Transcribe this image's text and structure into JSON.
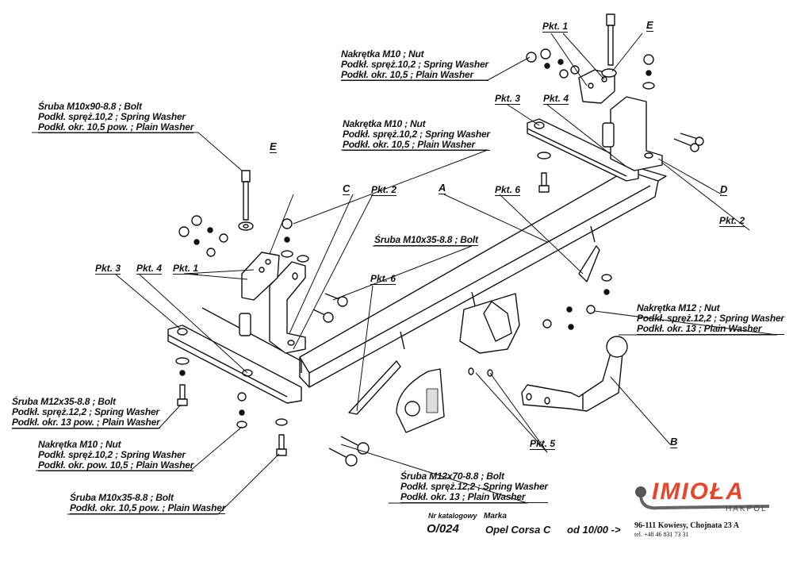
{
  "labels": {
    "nut_top": [
      "Nakrętka  M10 ; Nut",
      "Podkł. spręż.10,2 ; Spring Washer",
      "Podkł. okr. 10,5 ; Plain Washer"
    ],
    "bolt_m10x90": [
      "Śruba M10x90-8.8 ;  Bolt",
      "Podkł. spręż.10,2 ; Spring Washer",
      "Podkł. okr. 10,5 pow. ; Plain Washer"
    ],
    "nut_mid": [
      "Nakrętka  M10 ; Nut",
      "Podkł. spręż.10,2 ; Spring Washer",
      "Podkł. okr. 10,5 ; Plain Washer"
    ],
    "bolt_m10x35_mid": [
      "Śruba M10x35-8.8 ;  Bolt"
    ],
    "nut_m12": [
      "Nakrętka  M12 ; Nut",
      "Podkł. spręż.12,2 ; Spring Washer",
      "Podkł. okr. 13 ; Plain Washer"
    ],
    "bolt_m12x35": [
      "Śruba M12x35-8.8 ;  Bolt",
      "Podkł. spręż.12,2 ; Spring Washer",
      "Podkł. okr. 13 pow. ; Plain Washer"
    ],
    "nut_bottom": [
      "Nakrętka  M10 ; Nut",
      "Podkł. spręż.10,2 ; Spring Washer",
      "Podkł. okr. pow. 10,5 ; Plain Washer"
    ],
    "bolt_m10x35_bottom": [
      "Śruba M10x35-8.8 ;  Bolt",
      "Podkł. okr. 10,5 pow. ; Plain Washer"
    ],
    "bolt_m12x70": [
      "Śruba M12x70-8.8 ;  Bolt",
      "Podkł. spręż.12,2 ; Spring Washer",
      "Podkł. okr. 13 ; Plain Washer"
    ]
  },
  "points": {
    "pkt1_top": "Pkt. 1",
    "pkt3_top": "Pkt. 3",
    "pkt4_top": "Pkt. 4",
    "pkt2_right": "Pkt. 2",
    "pkt6_top": "Pkt. 6",
    "pkt2_mid": "Pkt. 2",
    "pkt3_left": "Pkt. 3",
    "pkt4_left": "Pkt. 4",
    "pkt1_left": "Pkt. 1",
    "pkt6_mid": "Pkt. 6",
    "pkt5": "Pkt. 5"
  },
  "parts": {
    "A": "A",
    "B": "B",
    "C": "C",
    "D": "D",
    "E_top": "E",
    "E_left": "E"
  },
  "footer": {
    "catalog_label": "Nr katalogowy",
    "catalog_number": "O/024",
    "brand_label": "Marka",
    "brand": "Opel Corsa C",
    "from": "od  10/00 ->"
  },
  "company": {
    "logo": "IMIOŁA",
    "sub": "HAKPOL",
    "address": "96-111 Kowiesy, Chojnata 23 A",
    "tel": "tel. +48 46 831 73 31",
    "brand_color": "#e8452a"
  }
}
